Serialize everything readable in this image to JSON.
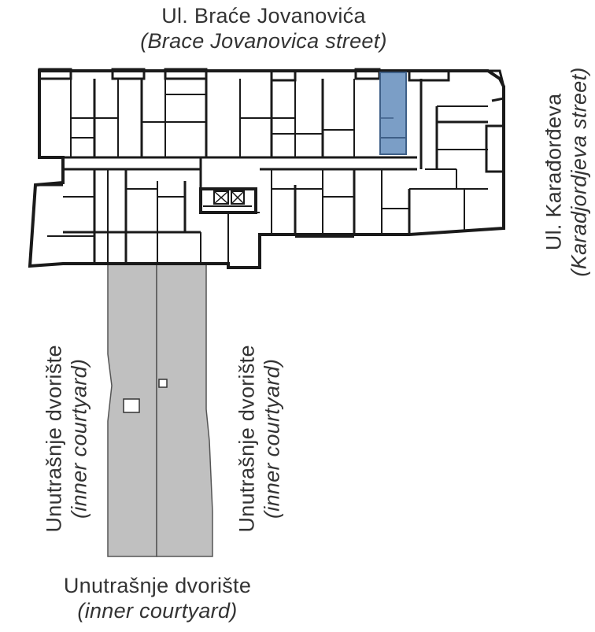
{
  "labels": {
    "top_street": {
      "name": "Ul. Braće Jovanovića",
      "translation": "(Brace Jovanovica street)"
    },
    "right_street": {
      "name": "Ul. Karađorđeva",
      "translation": "(Karadjordjeva street)"
    },
    "courtyard_left": {
      "name": "Unutrašnje dvorište",
      "translation": "(inner courtyard)"
    },
    "courtyard_middle": {
      "name": "Unutrašnje dvorište",
      "translation": "(inner courtyard)"
    },
    "courtyard_bottom": {
      "name": "Unutrašnje dvorište",
      "translation": "(inner courtyard)"
    }
  },
  "colors": {
    "walls": "#1a1a1a",
    "highlight_unit": "#7b9ec6",
    "courtyard_fill": "#c0c0c0",
    "text": "#333333"
  }
}
